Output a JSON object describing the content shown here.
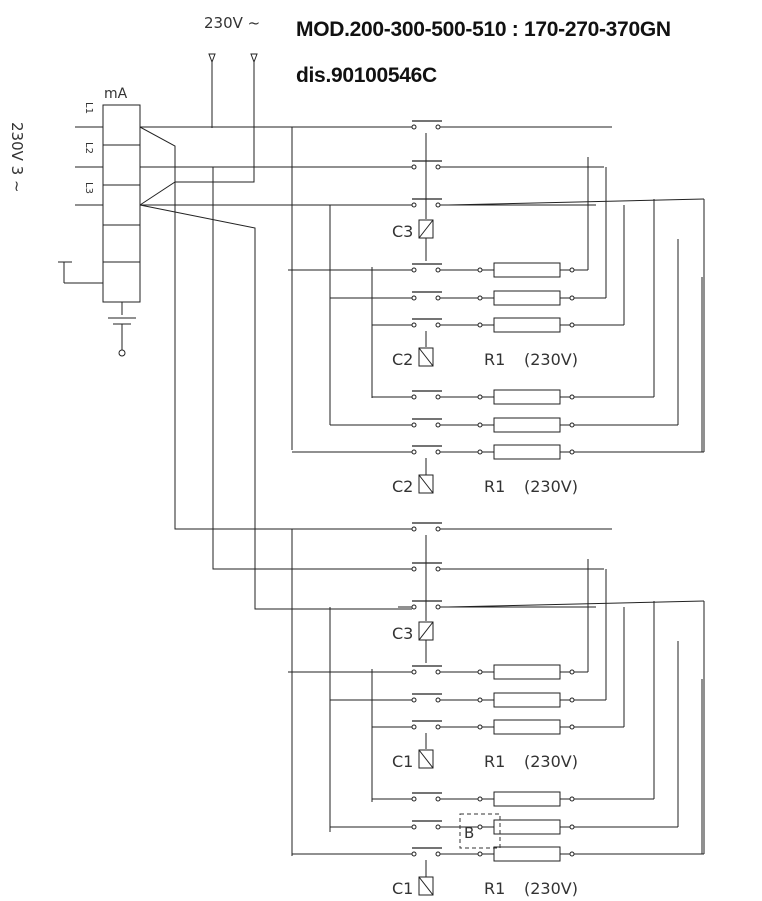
{
  "title": {
    "model": "MOD.200-300-500-510 : 170-270-370GN",
    "drawing": "dis.90100546C"
  },
  "supply": {
    "aux_voltage": "230V ~",
    "main_voltage": "230V 3 ~",
    "meter_unit": "mA",
    "phases": [
      "L1",
      "L2",
      "L3"
    ]
  },
  "labels": {
    "c3": "C3",
    "c2": "C2",
    "c1": "C1",
    "r1": "R1",
    "r1_voltage": "(230V)",
    "b": "B"
  },
  "colors": {
    "line": "#222222",
    "text": "#333333"
  }
}
